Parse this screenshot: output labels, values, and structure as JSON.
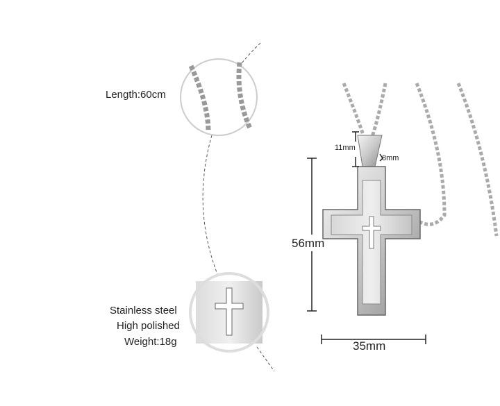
{
  "specs": {
    "length": "Length:60cm",
    "material": "Stainless steel",
    "finish": "High polished",
    "weight": "Weight:18g"
  },
  "dimensions": {
    "bail_height": "11mm",
    "bail_width": "8mm",
    "height": "56mm",
    "width": "35mm"
  }
}
